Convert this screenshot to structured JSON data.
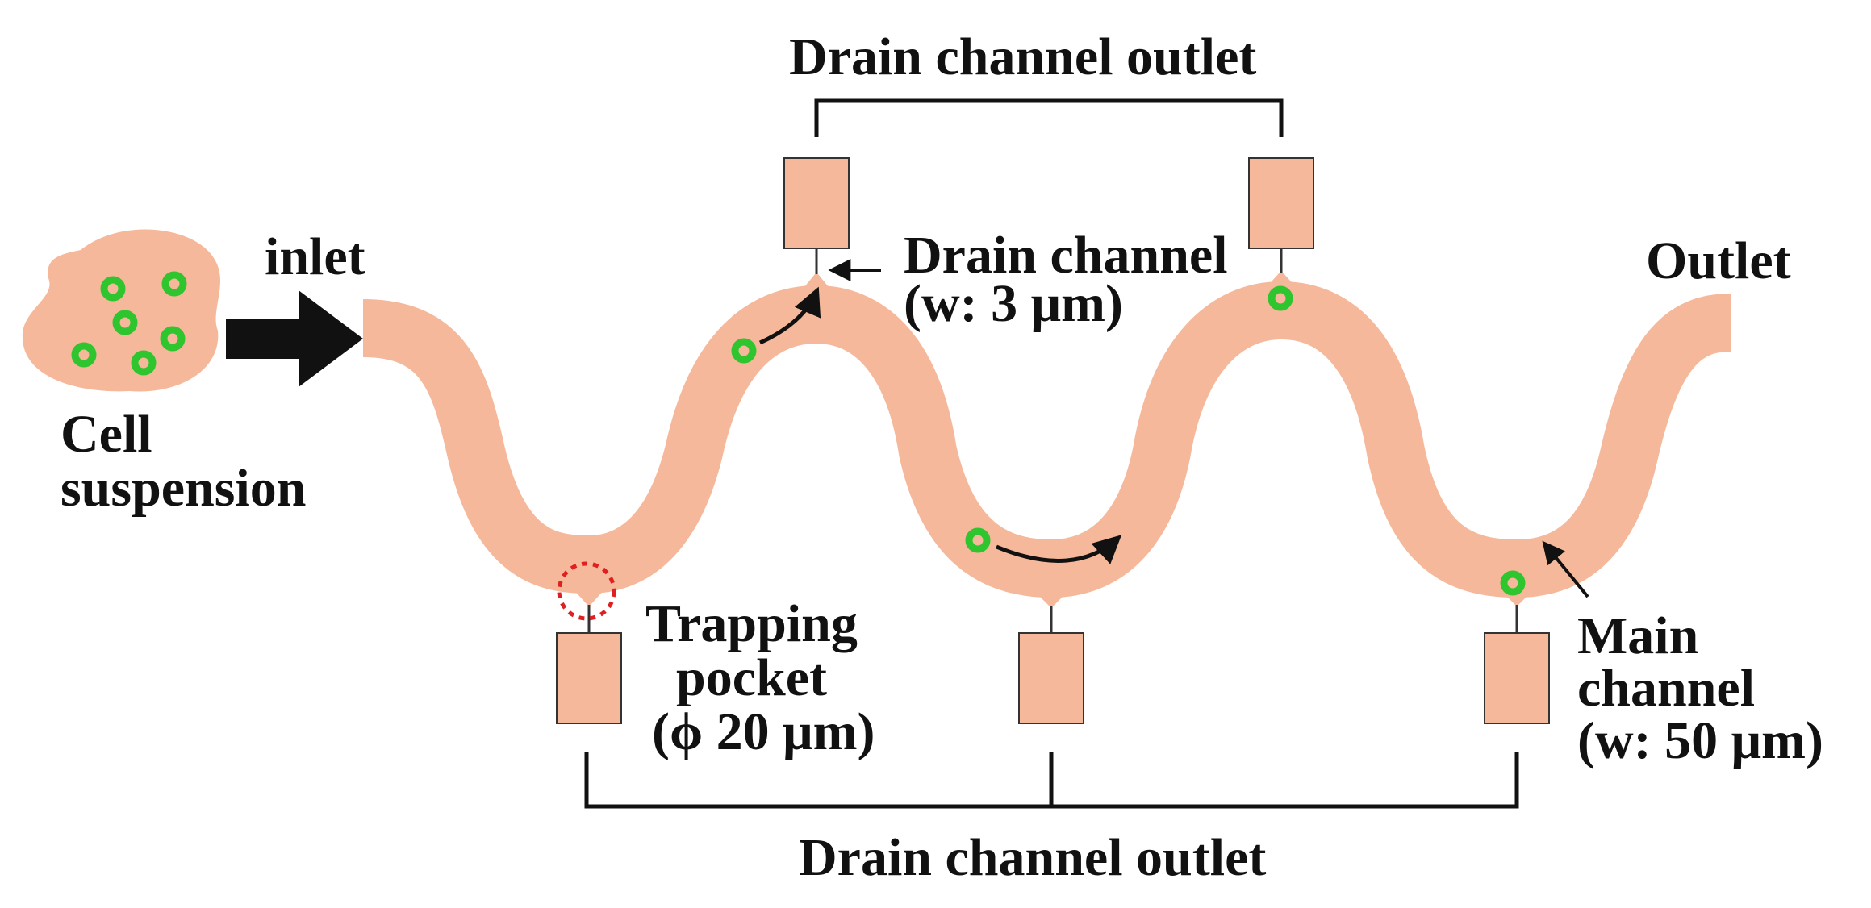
{
  "labels": {
    "drain_outlet_top": "Drain channel outlet",
    "drain_outlet_bottom": "Drain channel outlet",
    "inlet": "inlet",
    "outlet": "Outlet",
    "cell_suspension_line1": "Cell",
    "cell_suspension_line2": "suspension",
    "drain_channel_line1": "Drain channel",
    "drain_channel_line2": "(w: 3 μm)",
    "trapping_pocket_line1": "Trapping",
    "trapping_pocket_line2": "pocket",
    "trapping_pocket_line3": "(ϕ 20 μm)",
    "main_channel_line1": "Main",
    "main_channel_line2": "channel",
    "main_channel_line3": "(w: 50 μm)"
  },
  "colors": {
    "channel_fill": "#f6b89a",
    "channel_stroke": "#1a1a1a",
    "cell_ring": "#2ec52e",
    "pocket_highlight": "#e02020",
    "text": "#111111"
  },
  "icons": {
    "inlet_arrow": "thick-right-arrow-icon",
    "flow_arrows": "curved-arrow-icon"
  }
}
